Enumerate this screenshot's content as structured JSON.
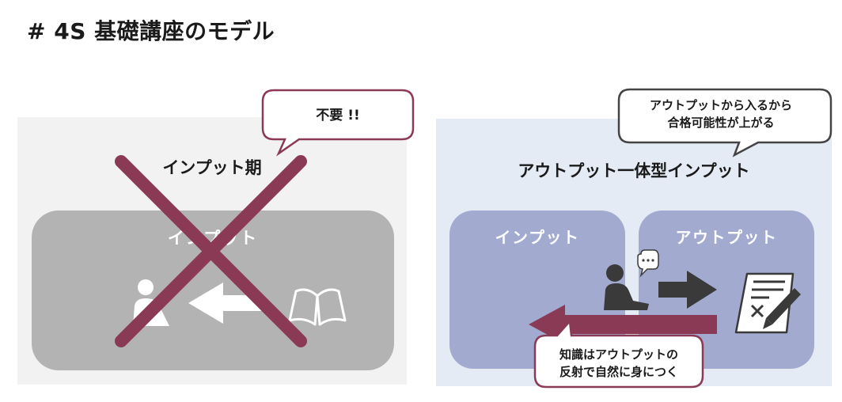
{
  "title": "# 4S 基礎講座のモデル",
  "left": {
    "heading": "インプット期",
    "box_label": "インプット",
    "callout": "不要 !!"
  },
  "right": {
    "heading": "アウトプット一体型インプット",
    "input_label": "インプット",
    "output_label": "アウトプット",
    "callout_top": [
      "アウトプットから入るから",
      "合格可能性が上がる"
    ],
    "callout_bottom": [
      "知識はアウトプットの",
      "反射で自然に身につく"
    ]
  },
  "colors": {
    "maroon": "#8b3a55",
    "left_panel_bg": "#f2f2f2",
    "left_box": "#b3b3b3",
    "right_panel_bg": "#e4ebf5",
    "right_box": "#a3aad0",
    "icon_dark": "#3a3a3a"
  },
  "icons": {
    "left": [
      "person-icon",
      "arrow-left-icon",
      "open-book-icon",
      "cross-mark-icon"
    ],
    "right": [
      "person-speaking-icon",
      "speech-bubble-icon",
      "arrow-right-icon",
      "document-pen-icon",
      "arrow-left-long-icon"
    ]
  }
}
